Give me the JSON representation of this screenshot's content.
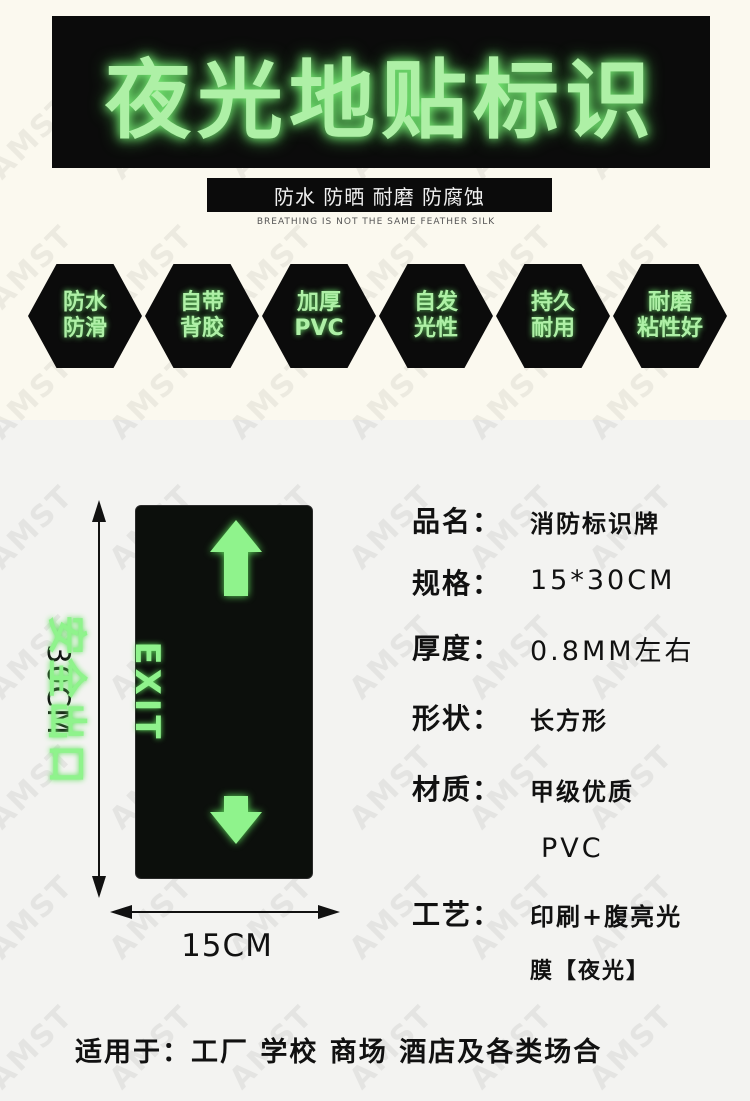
{
  "title": "夜光地贴标识",
  "subtitle": "防水 防晒 耐磨 防腐蚀",
  "tagline": "BREATHING IS NOT THE SAME FEATHER SILK",
  "features": [
    {
      "line1": "防水",
      "line2": "防滑"
    },
    {
      "line1": "自带",
      "line2": "背胶"
    },
    {
      "line1": "加厚",
      "line2": "PVC"
    },
    {
      "line1": "自发",
      "line2": "光性"
    },
    {
      "line1": "持久",
      "line2": "耐用"
    },
    {
      "line1": "耐磨",
      "line2": "粘性好"
    }
  ],
  "sign": {
    "zh": "安全出口",
    "en": "EXIT"
  },
  "dimensions": {
    "height": "30CM",
    "width": "15CM"
  },
  "specs": {
    "name_label": "品名：",
    "name_value": "消防标识牌",
    "size_label": "规格：",
    "size_value": "15*30CM",
    "thickness_label": "厚度：",
    "thickness_value": "0.8MM左右",
    "shape_label": "形状：",
    "shape_value": "长方形",
    "material_label": "材质：",
    "material_value_1": "甲级优质",
    "material_value_2": "PVC",
    "process_label": "工艺：",
    "process_value_1": "印刷+腹亮光",
    "process_value_2": "膜【夜光】"
  },
  "footer": "适用于：工厂 学校 商场 酒店及各类场合",
  "watermark": "AMST",
  "colors": {
    "glow": "#aef0a6",
    "panel": "#0b0b0b"
  }
}
